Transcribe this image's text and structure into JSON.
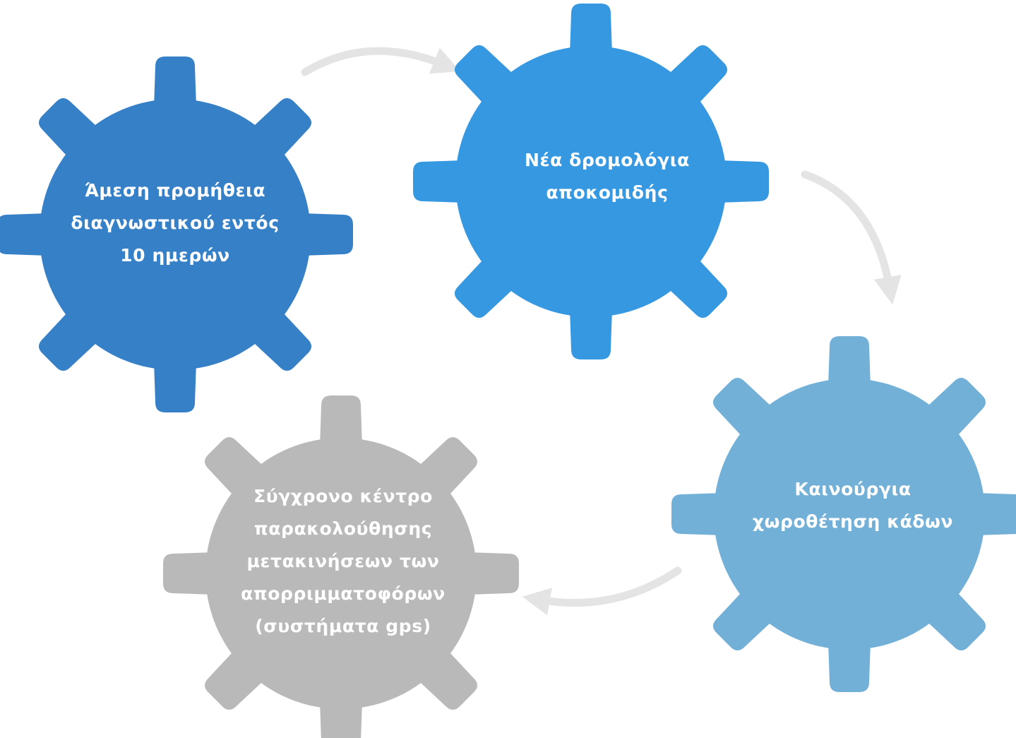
{
  "colors": {
    "gear_1": "#3680c7",
    "gear_2": "#3598e0",
    "gear_3": "#72b0d8",
    "gear_4": "#b9b9b9",
    "arrow": "#e4e4e4",
    "text": "#ffffff"
  },
  "steps": [
    {
      "lines": [
        "Άμεση προμήθεια",
        "διαγνωστικού εντός",
        "10 ημερών"
      ]
    },
    {
      "lines": [
        "Νέα δρομολόγια",
        "αποκομιδής"
      ]
    },
    {
      "lines": [
        "Καινούργια",
        "χωροθέτηση κάδων"
      ]
    },
    {
      "lines": [
        "Σύγχρονο κέντρο",
        "παρακολούθησης",
        "μετακινήσεων των",
        "απορριμματοφόρων",
        "(συστήματα gps)"
      ]
    }
  ]
}
